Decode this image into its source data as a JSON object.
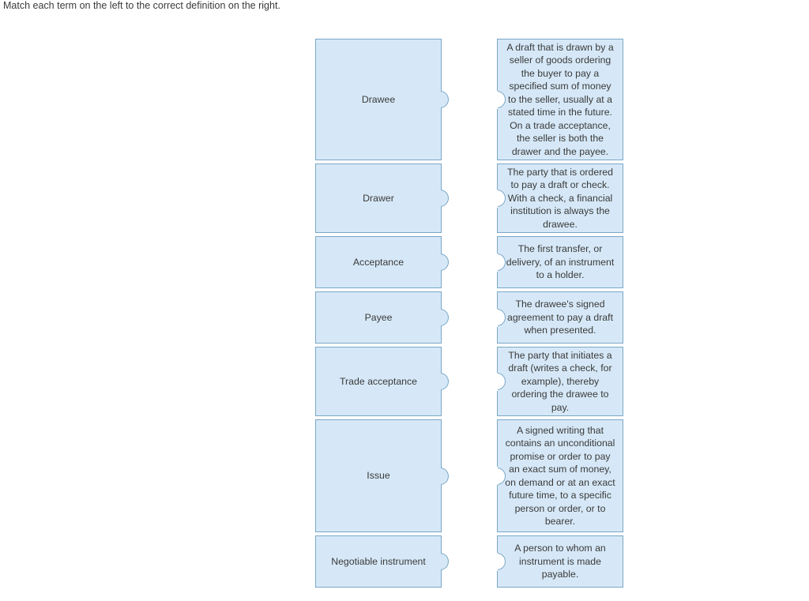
{
  "instruction": "Match each term on the left to the correct definition on the right.",
  "colors": {
    "tile_fill": "#d6e8f7",
    "tile_border": "#7ba7c7",
    "text": "#3a3a3a",
    "page_background": "#ffffff"
  },
  "left_column": {
    "name": "terms",
    "items": [
      {
        "label": "Drawee",
        "height": 154
      },
      {
        "label": "Drawer",
        "height": 88
      },
      {
        "label": "Acceptance",
        "height": 66
      },
      {
        "label": "Payee",
        "height": 66
      },
      {
        "label": "Trade acceptance",
        "height": 88
      },
      {
        "label": "Issue",
        "height": 143
      },
      {
        "label": "Negotiable instrument",
        "height": 66
      }
    ]
  },
  "right_column": {
    "name": "definitions",
    "items": [
      {
        "label": "A draft that is drawn by a seller of goods ordering the buyer to pay a specified sum of money to the seller, usually at a stated time in the future. On a trade acceptance, the seller is both the drawer and the payee.",
        "height": 154
      },
      {
        "label": "The party that is ordered to pay a draft or check. With a check, a financial institution is always the drawee.",
        "height": 88
      },
      {
        "label": "The first transfer, or delivery, of an instrument to a holder.",
        "height": 66
      },
      {
        "label": "The drawee's signed agreement to pay a draft when presented.",
        "height": 66
      },
      {
        "label": "The party that initiates a draft (writes a check, for example), thereby ordering the drawee to pay.",
        "height": 88
      },
      {
        "label": "A signed writing that contains an unconditional promise or order to pay an exact sum of money, on demand or at an exact future time, to a specific person or order, or to bearer.",
        "height": 143
      },
      {
        "label": "A person to whom an instrument is made payable.",
        "height": 66
      }
    ]
  }
}
